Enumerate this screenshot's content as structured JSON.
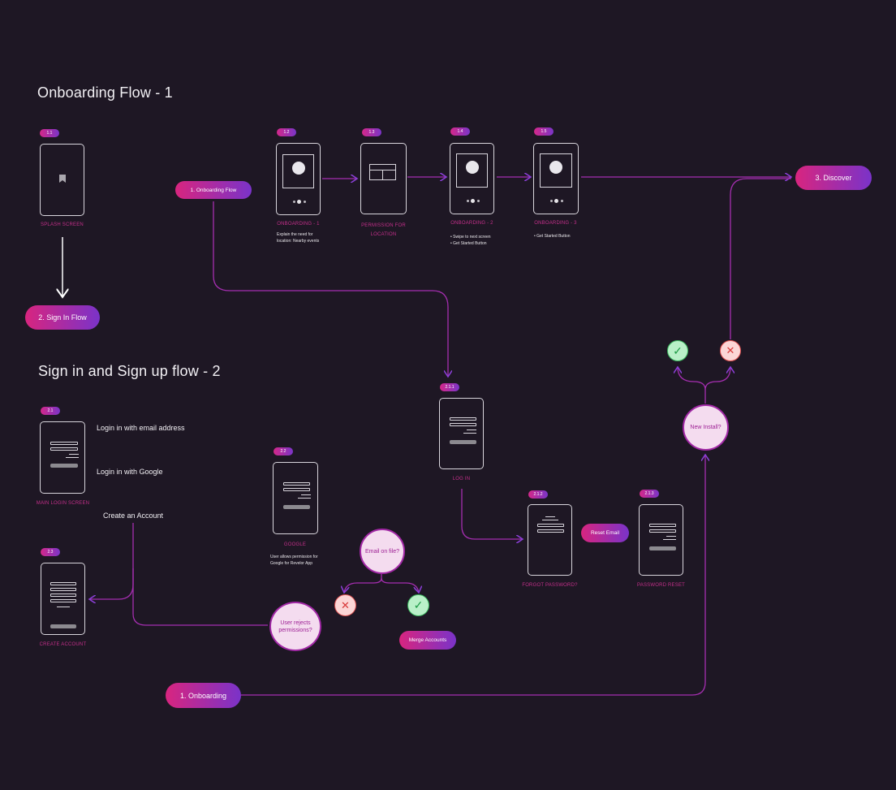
{
  "sections": {
    "onboarding_title": "Onboarding Flow - 1",
    "signin_title": "Sign in and Sign up flow - 2"
  },
  "screens": {
    "s1_1": {
      "tag": "1.1",
      "caption": "SPLASH SCREEN"
    },
    "s1_2": {
      "tag": "1.2",
      "caption": "ONBOARDING - 1",
      "note1": "Explain the need for",
      "note2": "location: Nearby events"
    },
    "s1_3": {
      "tag": "1.3",
      "caption1": "PERMISSION FOR",
      "caption2": "LOCATION"
    },
    "s1_4": {
      "tag": "1.4",
      "caption": "ONBOARDING - 2",
      "bullet1": "Swipe to next screen",
      "bullet2": "Get Started Button"
    },
    "s1_5": {
      "tag": "1.5",
      "caption": "ONBOARDING - 3",
      "bullet1": "Get Started Button"
    },
    "s2_1": {
      "tag": "2.1",
      "caption": "MAIN LOGIN SCREEN"
    },
    "s2_2": {
      "tag": "2.2",
      "caption": "GOOGLE",
      "note1": "User allows permission for",
      "note2": "Google for Revelor App"
    },
    "s2_3": {
      "tag": "2.3",
      "caption": "CREATE ACCOUNT"
    },
    "s2_1_1": {
      "tag": "2.1.1",
      "caption": "LOG IN"
    },
    "s2_1_2": {
      "tag": "2.1.2",
      "caption": "FORGOT PASSWORD?"
    },
    "s2_1_3": {
      "tag": "2.1.3",
      "caption": "PASSWORD RESET"
    }
  },
  "pills": {
    "onboarding_flow": "1. Onboarding Flow",
    "discover": "3. Discover",
    "sign_in_flow": "2. Sign In Flow",
    "reset_email": "Reset Email",
    "merge_accounts": "Merge Accounts",
    "onboarding": "1. Onboarding"
  },
  "labels": {
    "login_email": "Login in with email address",
    "login_google": "Login in with Google",
    "create_account": "Create an Account"
  },
  "decisions": {
    "new_install": "New Install?",
    "email_on_file": "Email on file?",
    "user_rejects": "User rejects permissions?"
  },
  "icons": {
    "check": "check-icon",
    "cross": "cross-icon"
  },
  "colors": {
    "background": "#1e1724",
    "accent_pink": "#d8257f",
    "accent_purple": "#7a33c9"
  }
}
